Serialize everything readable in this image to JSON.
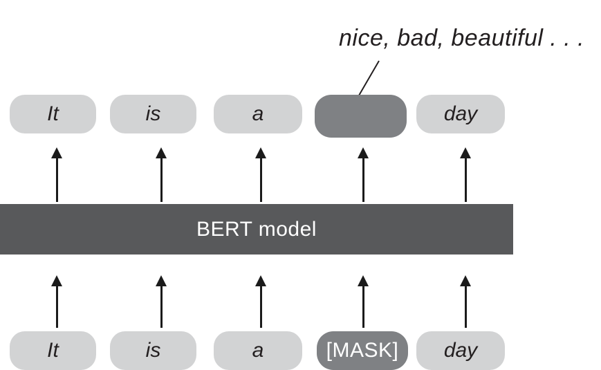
{
  "annotation": {
    "text": "nice, bad, beautiful . . ."
  },
  "model": {
    "label": "BERT model"
  },
  "output_row": {
    "tokens": [
      {
        "text": "It"
      },
      {
        "text": "is"
      },
      {
        "text": "a"
      },
      {
        "text": ""
      },
      {
        "text": "day"
      }
    ]
  },
  "input_row": {
    "tokens": [
      {
        "text": "It"
      },
      {
        "text": "is"
      },
      {
        "text": "a"
      },
      {
        "text": "[MASK]"
      },
      {
        "text": "day"
      }
    ]
  },
  "colors": {
    "light_pill": "#d2d3d4",
    "dark_pill": "#7f8184",
    "model_bar": "#58595b",
    "dark_text": "#231f20",
    "white_text": "#ffffff",
    "arrow": "#1b1b1b"
  }
}
